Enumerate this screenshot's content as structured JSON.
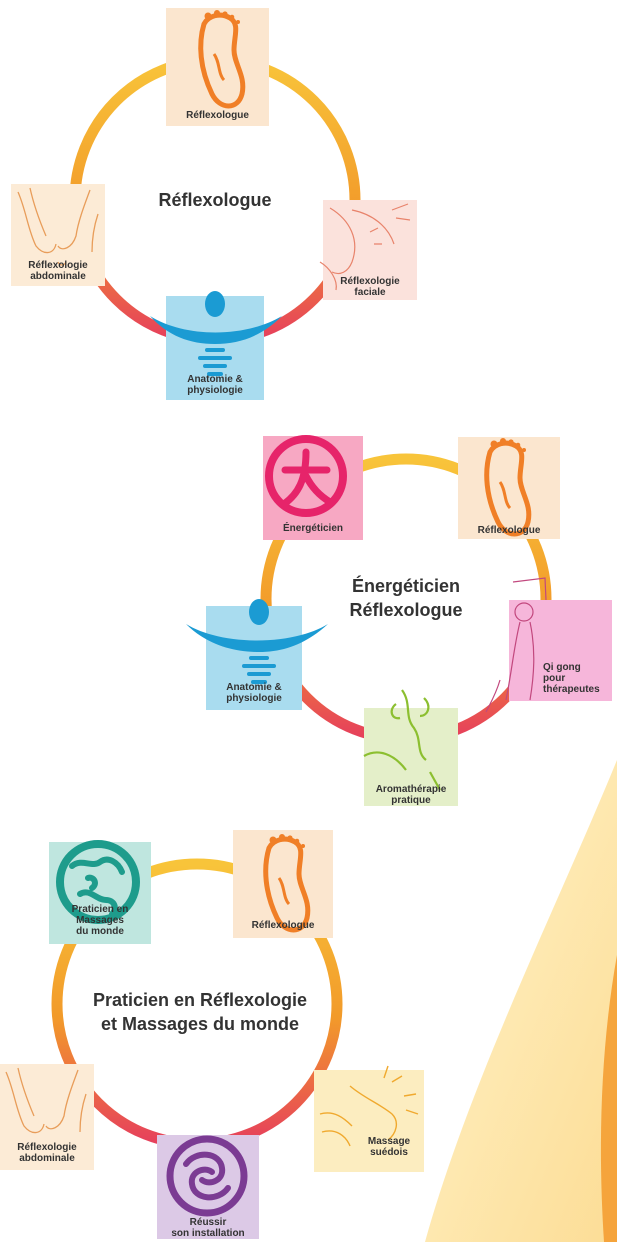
{
  "colors": {
    "ring_top": "#f8c43a",
    "ring_mid": "#f29a2a",
    "ring_bottom": "#e63f5c",
    "reflexologue_bg": "#fbe6cf",
    "reflexologue_icon": "#f07f27",
    "abdominale_bg": "#fcebd6",
    "faciale_bg": "#fbe2dc",
    "anatomie_bg": "#a9dcef",
    "anatomie_icon": "#1b9bd3",
    "energeticien_bg": "#f7a8c3",
    "energeticien_icon": "#e6246a",
    "qigong_bg": "#f6b6da",
    "aroma_bg": "#e4efc9",
    "aroma_icon": "#8cbf30",
    "monde_bg": "#bfe6df",
    "monde_icon": "#1e9c8c",
    "suedois_bg": "#fcedc0",
    "installation_bg": "#dcc9e6",
    "installation_icon": "#7b3b93",
    "sun_fill": "#fde6a0"
  },
  "diagrams": [
    {
      "center_title": "Réflexologue",
      "tiles": [
        {
          "name": "reflexologue",
          "label": "Réflexologue",
          "icon": "foot-icon"
        },
        {
          "name": "reflexologie-faciale",
          "label": "Réflexologie\nfaciale",
          "icon": "face-icon"
        },
        {
          "name": "anatomie-physiologie",
          "label": "Anatomie &\nphysiologie",
          "icon": "body-figure-icon"
        },
        {
          "name": "reflexologie-abdominale",
          "label": "Réflexologie\nabdominale",
          "icon": "hands-abdomen-icon"
        }
      ]
    },
    {
      "center_title": "Énergéticien\nRéflexologue",
      "tiles": [
        {
          "name": "energeticien",
          "label": "Énergéticien",
          "icon": "chinese-character-icon"
        },
        {
          "name": "reflexologue",
          "label": "Réflexologue",
          "icon": "foot-icon"
        },
        {
          "name": "qi-gong",
          "label": "Qi gong\npour\nthérapeutes",
          "icon": "woman-stretch-icon"
        },
        {
          "name": "aromatherapie",
          "label": "Aromathérapie\npratique",
          "icon": "plant-icon"
        },
        {
          "name": "anatomie-physiologie",
          "label": "Anatomie &\nphysiologie",
          "icon": "body-figure-icon"
        }
      ]
    },
    {
      "center_title": "Praticien en Réflexologie\net Massages du monde",
      "tiles": [
        {
          "name": "praticien-massages",
          "label": "Praticien en\nMassages\ndu monde",
          "icon": "globe-icon"
        },
        {
          "name": "reflexologue",
          "label": "Réflexologue",
          "icon": "foot-icon"
        },
        {
          "name": "massage-suedois",
          "label": "Massage\nsuédois",
          "icon": "face-massage-icon"
        },
        {
          "name": "reussir-installation",
          "label": "Réussir\nson installation",
          "icon": "spiral-icon"
        },
        {
          "name": "reflexologie-abdominale",
          "label": "Réflexologie\nabdominale",
          "icon": "hands-abdomen-icon"
        }
      ]
    }
  ]
}
